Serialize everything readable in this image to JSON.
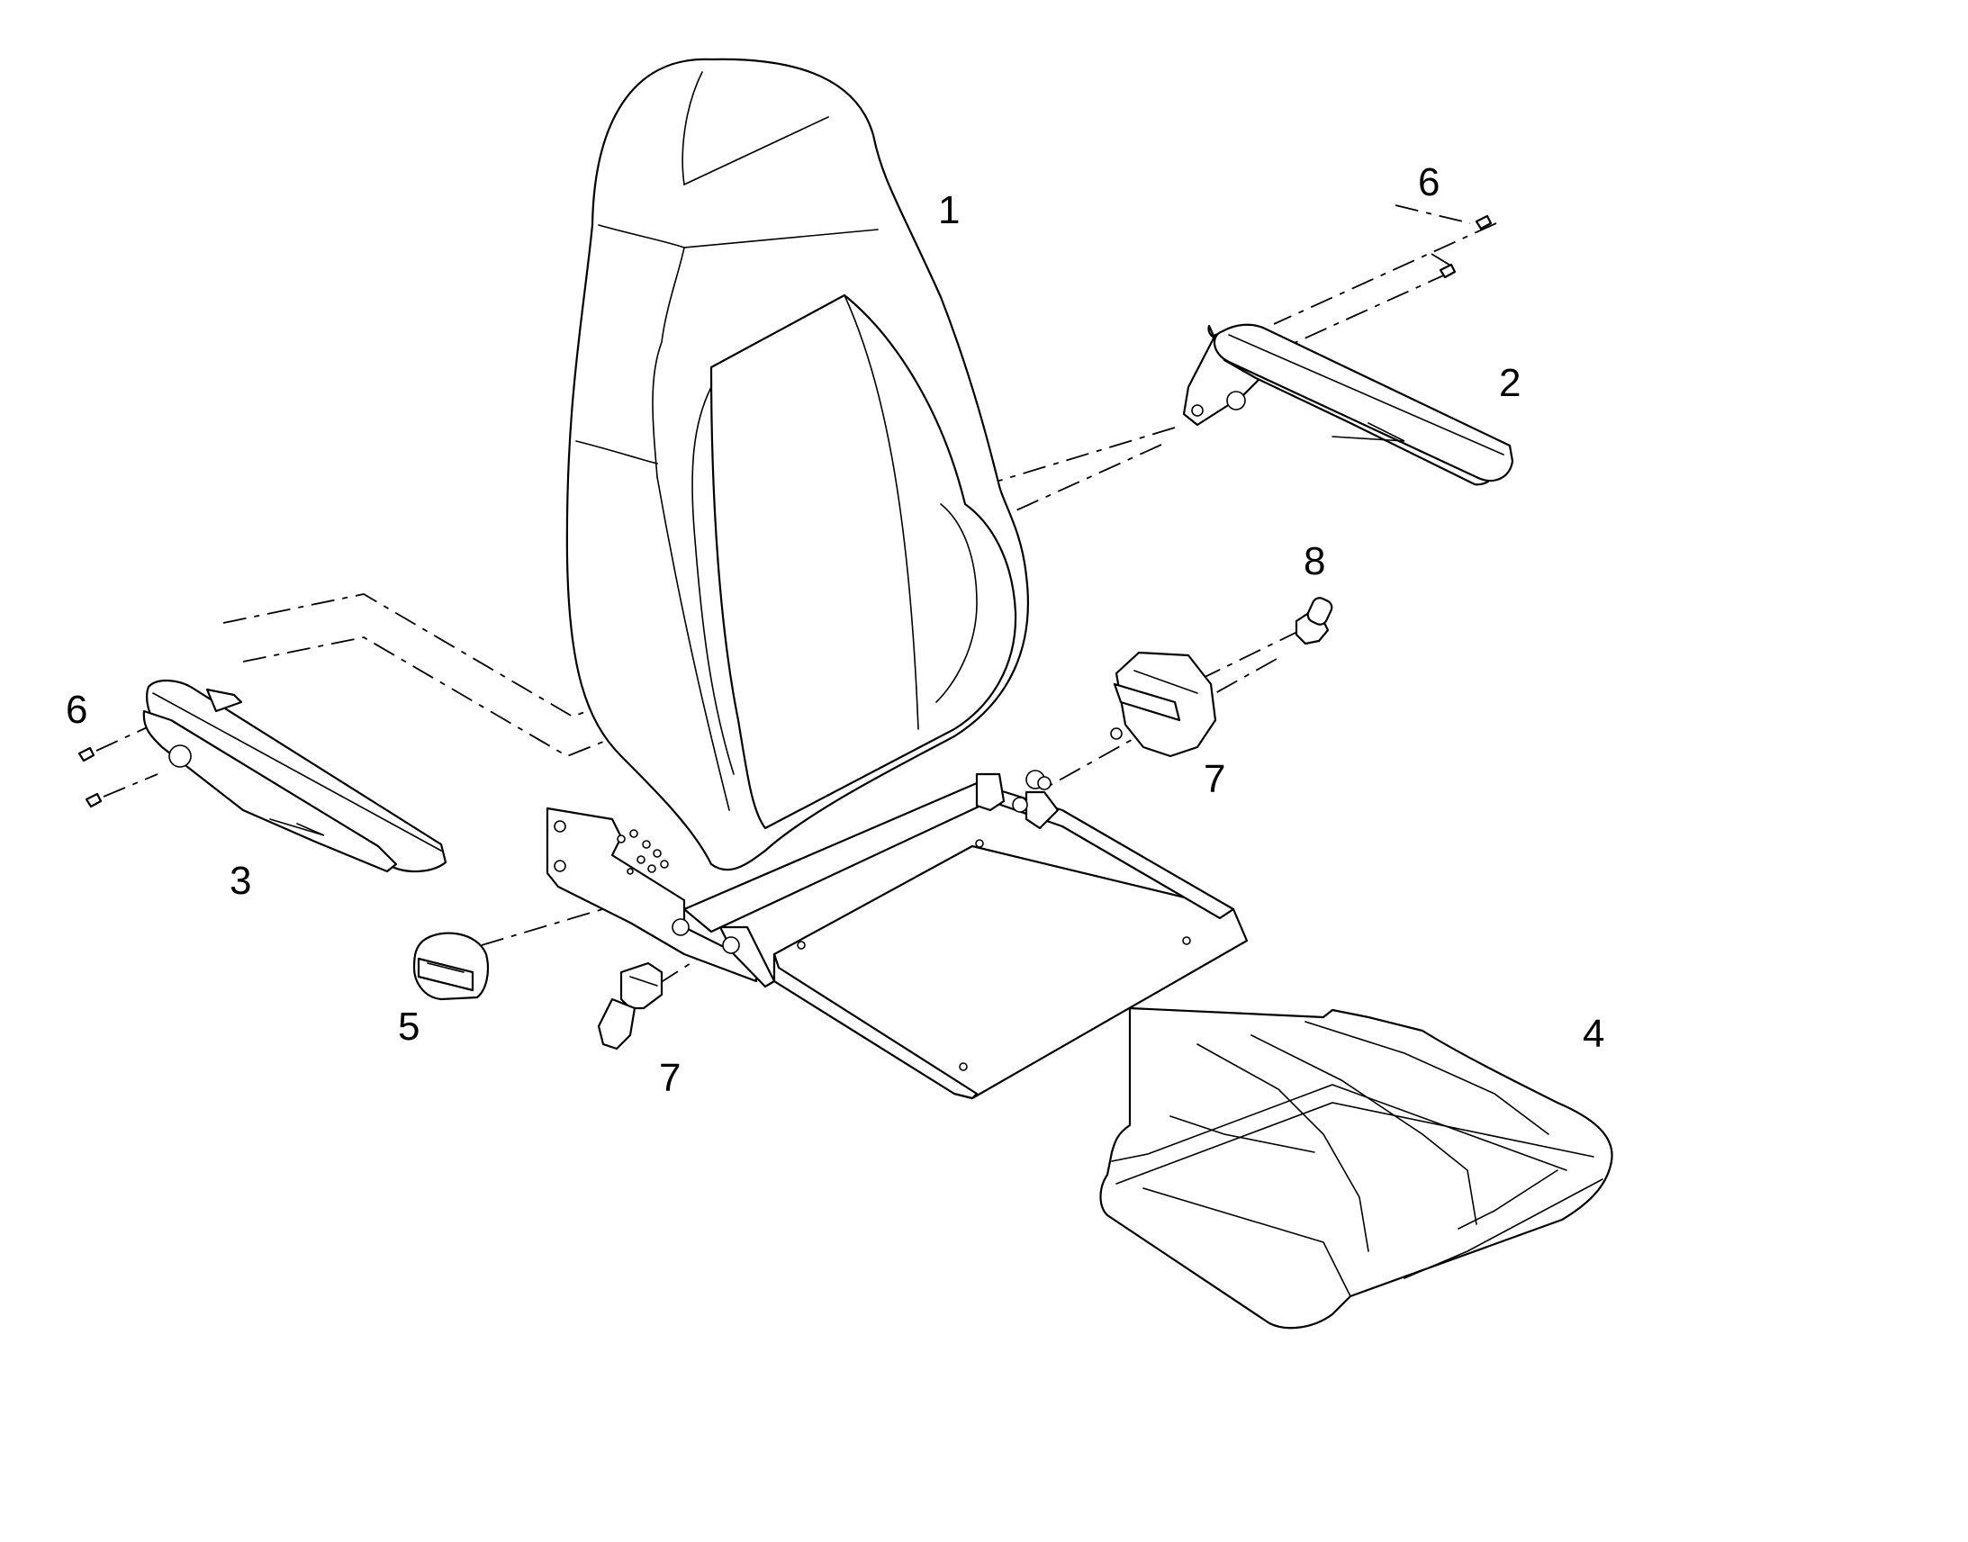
{
  "callouts": {
    "c1": "1",
    "c2": "2",
    "c3": "3",
    "c4": "4",
    "c5": "5",
    "c6_right": "6",
    "c6_left": "6",
    "c7_right": "7",
    "c7_left": "7",
    "c8": "8"
  }
}
